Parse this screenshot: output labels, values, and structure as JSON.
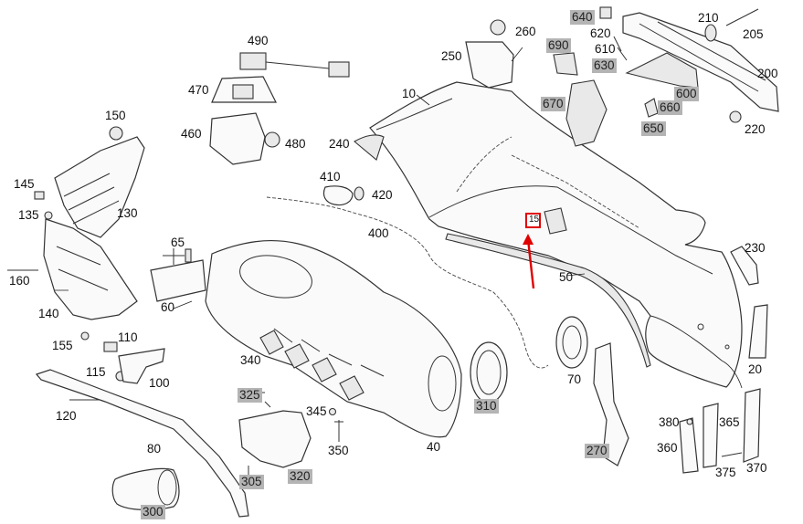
{
  "accent_color": "#e00000",
  "highlight_box_text": "15",
  "labels": {
    "p10": "10",
    "p15": "15",
    "p20": "20",
    "p40": "40",
    "p50": "50",
    "p60": "60",
    "p65": "65",
    "p70": "70",
    "p80": "80",
    "p100": "100",
    "p110": "110",
    "p115": "115",
    "p120": "120",
    "p130": "130",
    "p135": "135",
    "p140": "140",
    "p145": "145",
    "p150": "150",
    "p155": "155",
    "p160": "160",
    "p200": "200",
    "p205": "205",
    "p210": "210",
    "p220": "220",
    "p230": "230",
    "p240": "240",
    "p250": "250",
    "p260": "260",
    "p270": "270",
    "p300": "300",
    "p305": "305",
    "p310": "310",
    "p320": "320",
    "p325": "325",
    "p340": "340",
    "p345": "345",
    "p350": "350",
    "p360": "360",
    "p365": "365",
    "p370": "370",
    "p375": "375",
    "p380": "380",
    "p400": "400",
    "p410": "410",
    "p420": "420",
    "p460": "460",
    "p470": "470",
    "p480": "480",
    "p490": "490",
    "p600": "600",
    "p610": "610",
    "p620": "620",
    "p630": "630",
    "p640": "640",
    "p650": "650",
    "p660": "660",
    "p670": "670",
    "p690": "690"
  }
}
